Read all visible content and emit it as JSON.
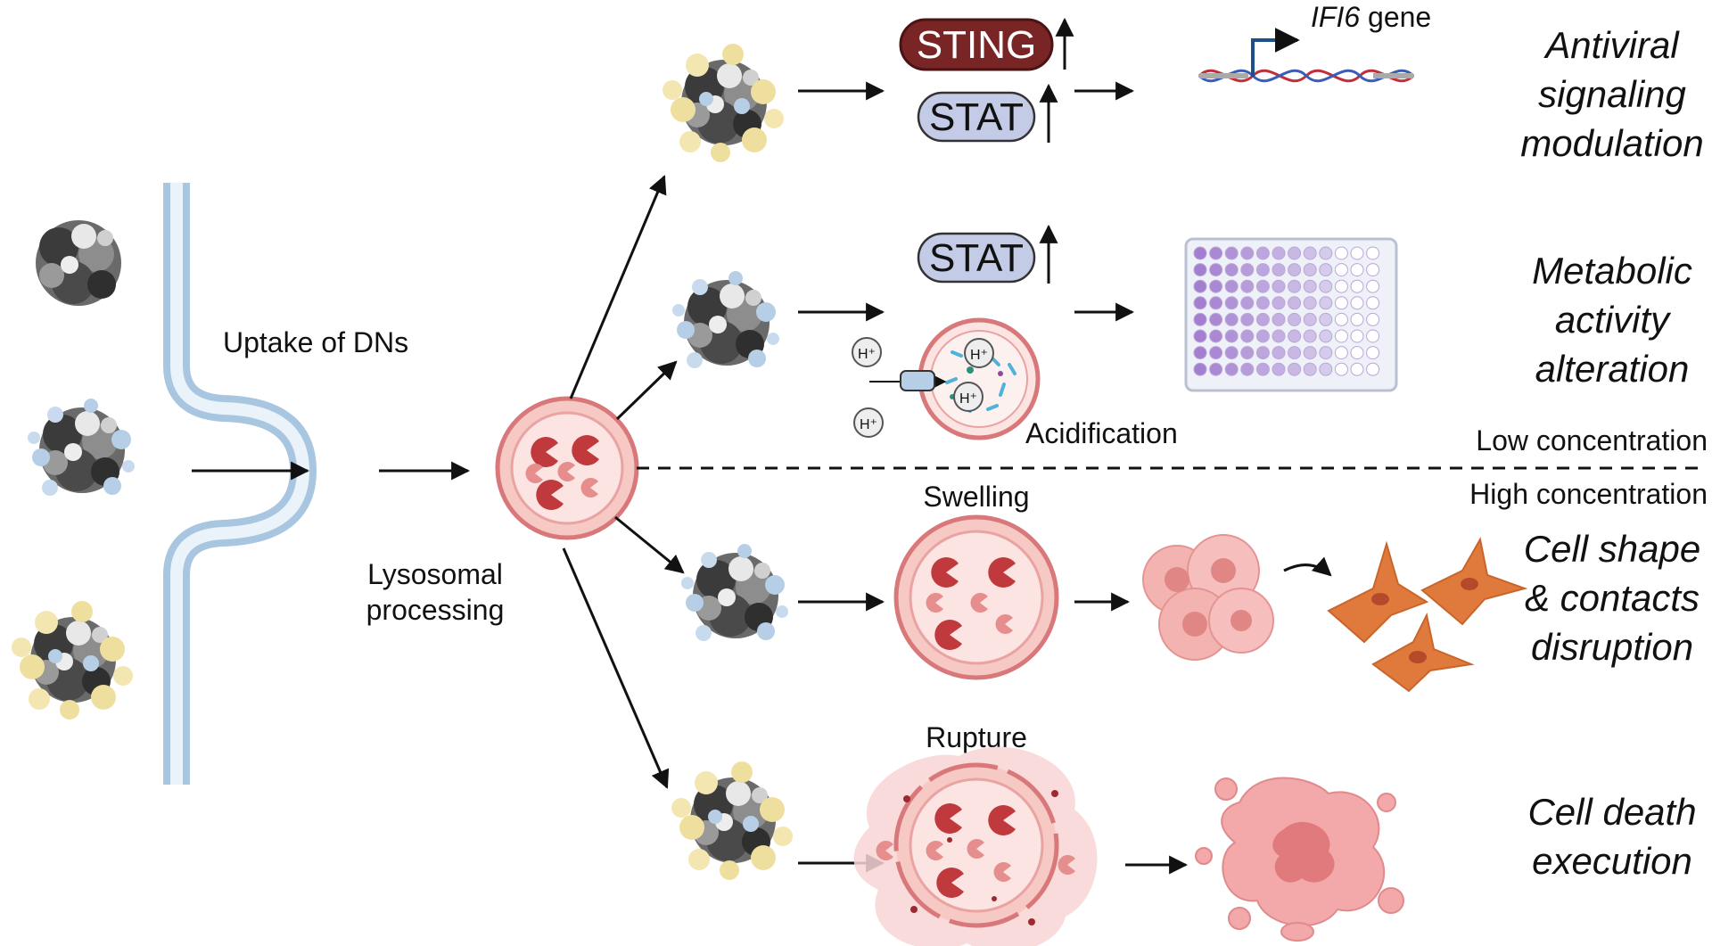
{
  "labels": {
    "uptake": "Uptake of DNs",
    "lysosomal_1": "Lysosomal",
    "lysosomal_2": "processing",
    "acidification": "Acidification",
    "swelling": "Swelling",
    "rupture": "Rupture",
    "low_conc": "Low concentration",
    "high_conc": "High concentration",
    "gene_italic": "IFI6",
    "gene_suffix": " gene",
    "proton": "H⁺"
  },
  "markers": {
    "sting": "STING",
    "stat": "STAT"
  },
  "outcomes": [
    {
      "line1": "Antiviral",
      "line2": "signaling",
      "line3": "modulation"
    },
    {
      "line1": "Metabolic",
      "line2": "activity",
      "line3": "alteration"
    },
    {
      "line1": "Cell shape",
      "line2": "& contacts",
      "line3": "disruption"
    },
    {
      "line1": "Cell death",
      "line2": "execution",
      "line3": ""
    }
  ],
  "colors": {
    "sting_fill": "#7a2525",
    "stat_fill": "#c3cbe6",
    "lysosome_fill": "#f4c4c0",
    "lysosome_ring": "#d9787a",
    "enzyme": "#c0393d",
    "membrane": "#a9c6e0",
    "cell_orange": "#e07a3c",
    "plate_well": "#a47fd0"
  }
}
